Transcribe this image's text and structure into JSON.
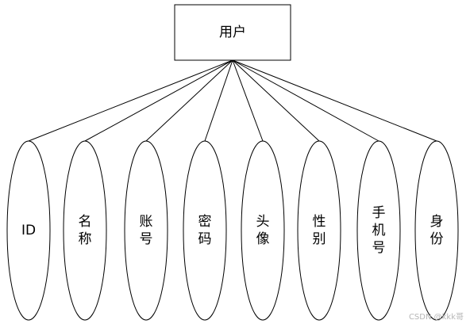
{
  "entity": {
    "label": "用户"
  },
  "attributes": [
    {
      "label": "ID"
    },
    {
      "label": "名称"
    },
    {
      "label": "账号"
    },
    {
      "label": "密码"
    },
    {
      "label": "头像"
    },
    {
      "label": "性别"
    },
    {
      "label": "手机号"
    },
    {
      "label": "身份"
    }
  ],
  "watermark": "CSDN @kkk哥"
}
